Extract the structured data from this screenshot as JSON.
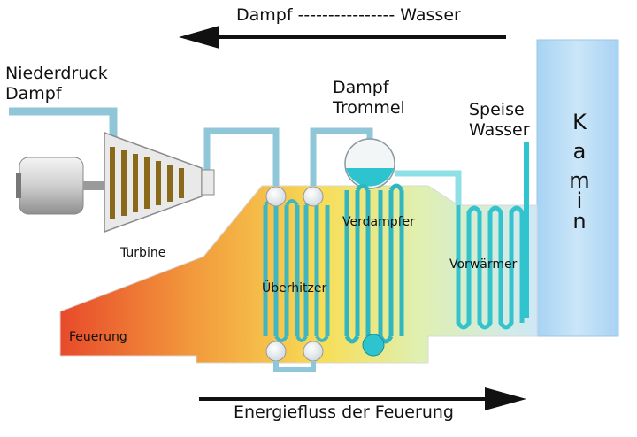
{
  "top_flow_label": "Dampf ---------------- Wasser",
  "bottom_flow_label": "Energiefluss der Feuerung",
  "labels": {
    "niederdruck_line1": "Niederdruck",
    "niederdruck_line2": "Dampf",
    "dampf_trommel_line1": "Dampf",
    "dampf_trommel_line2": "Trommel",
    "speise_line1": "Speise",
    "speise_line2": "Wasser",
    "turbine": "Turbine",
    "verdampfer": "Verdampfer",
    "ueberhitzer": "Überhitzer",
    "vorwaermer": "Vorwärmer",
    "feuerung": "Feuerung"
  },
  "kamin_letters": [
    "K",
    "a",
    "m",
    "i",
    "n"
  ],
  "colors": {
    "pipe": "#8fe0e6",
    "pipe_dark": "#3fb7c2",
    "fire_hot": "#e84a2a",
    "fire_mid": "#f4a23a",
    "fire_warm": "#f8dd55",
    "kamin": "#b9dcf5",
    "arrow": "#111111"
  }
}
